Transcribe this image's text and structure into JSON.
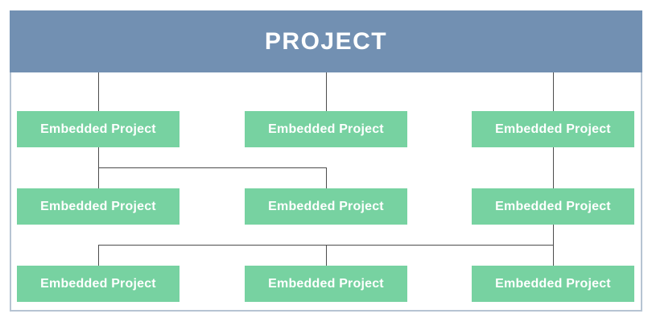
{
  "header": {
    "title": "PROJECT"
  },
  "nodes": [
    {
      "label": "Embedded Project",
      "row": 1,
      "col": 1
    },
    {
      "label": "Embedded Project",
      "row": 1,
      "col": 2
    },
    {
      "label": "Embedded Project",
      "row": 1,
      "col": 3
    },
    {
      "label": "Embedded Project",
      "row": 2,
      "col": 1
    },
    {
      "label": "Embedded Project",
      "row": 2,
      "col": 2
    },
    {
      "label": "Embedded Project",
      "row": 2,
      "col": 3
    },
    {
      "label": "Embedded Project",
      "row": 3,
      "col": 1
    },
    {
      "label": "Embedded Project",
      "row": 3,
      "col": 2
    },
    {
      "label": "Embedded Project",
      "row": 3,
      "col": 3
    }
  ],
  "connections": [
    "header -> row1-col1",
    "header -> row1-col2",
    "header -> row1-col3",
    "row1-col1 -> row2-col1",
    "row1-col1 -> row2-col2",
    "row1-col3 -> row2-col3",
    "row2-col3 -> row3-col1",
    "row2-col3 -> row3-col2",
    "row2-col3 -> row3-col3"
  ],
  "colors": {
    "page_bg": "#ffffff",
    "header_bg": "#7290b2",
    "node_bg": "#77d2a1",
    "frame_border": "#b6c4d3",
    "connector": "#4d4d4d",
    "text": "#ffffff"
  }
}
